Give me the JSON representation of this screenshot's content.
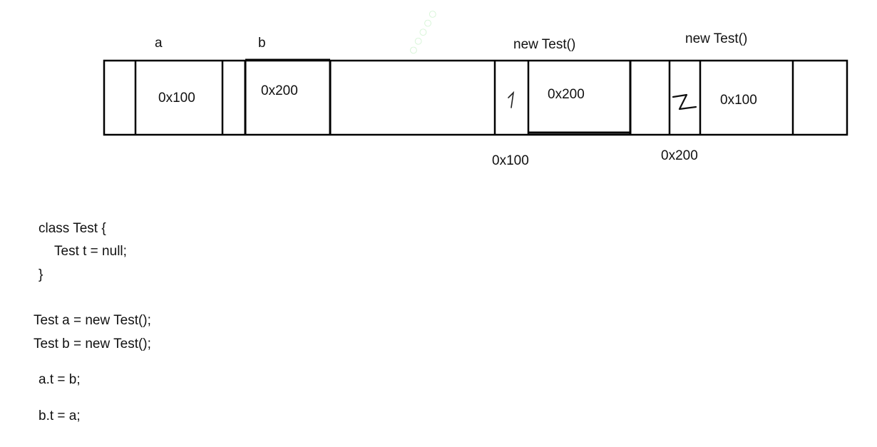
{
  "diagram": {
    "labels": {
      "a": "a",
      "b": "b",
      "new_test_1": "new Test()",
      "new_test_2": "new Test()"
    },
    "cells": {
      "a_value": "0x100",
      "b_value": "0x200",
      "obj1_field": "0x200",
      "obj2_field": "0x100"
    },
    "addresses": {
      "obj1": "0x100",
      "obj2": "0x200"
    },
    "handwritten": {
      "obj1_mark": "1",
      "obj2_mark": "2"
    }
  },
  "code": {
    "class_lines": [
      "class Test {",
      "Test t = null;",
      "}"
    ],
    "statements": [
      "Test a = new Test();",
      "Test b = new Test();",
      "a.t = b;",
      "b.t = a;"
    ]
  }
}
